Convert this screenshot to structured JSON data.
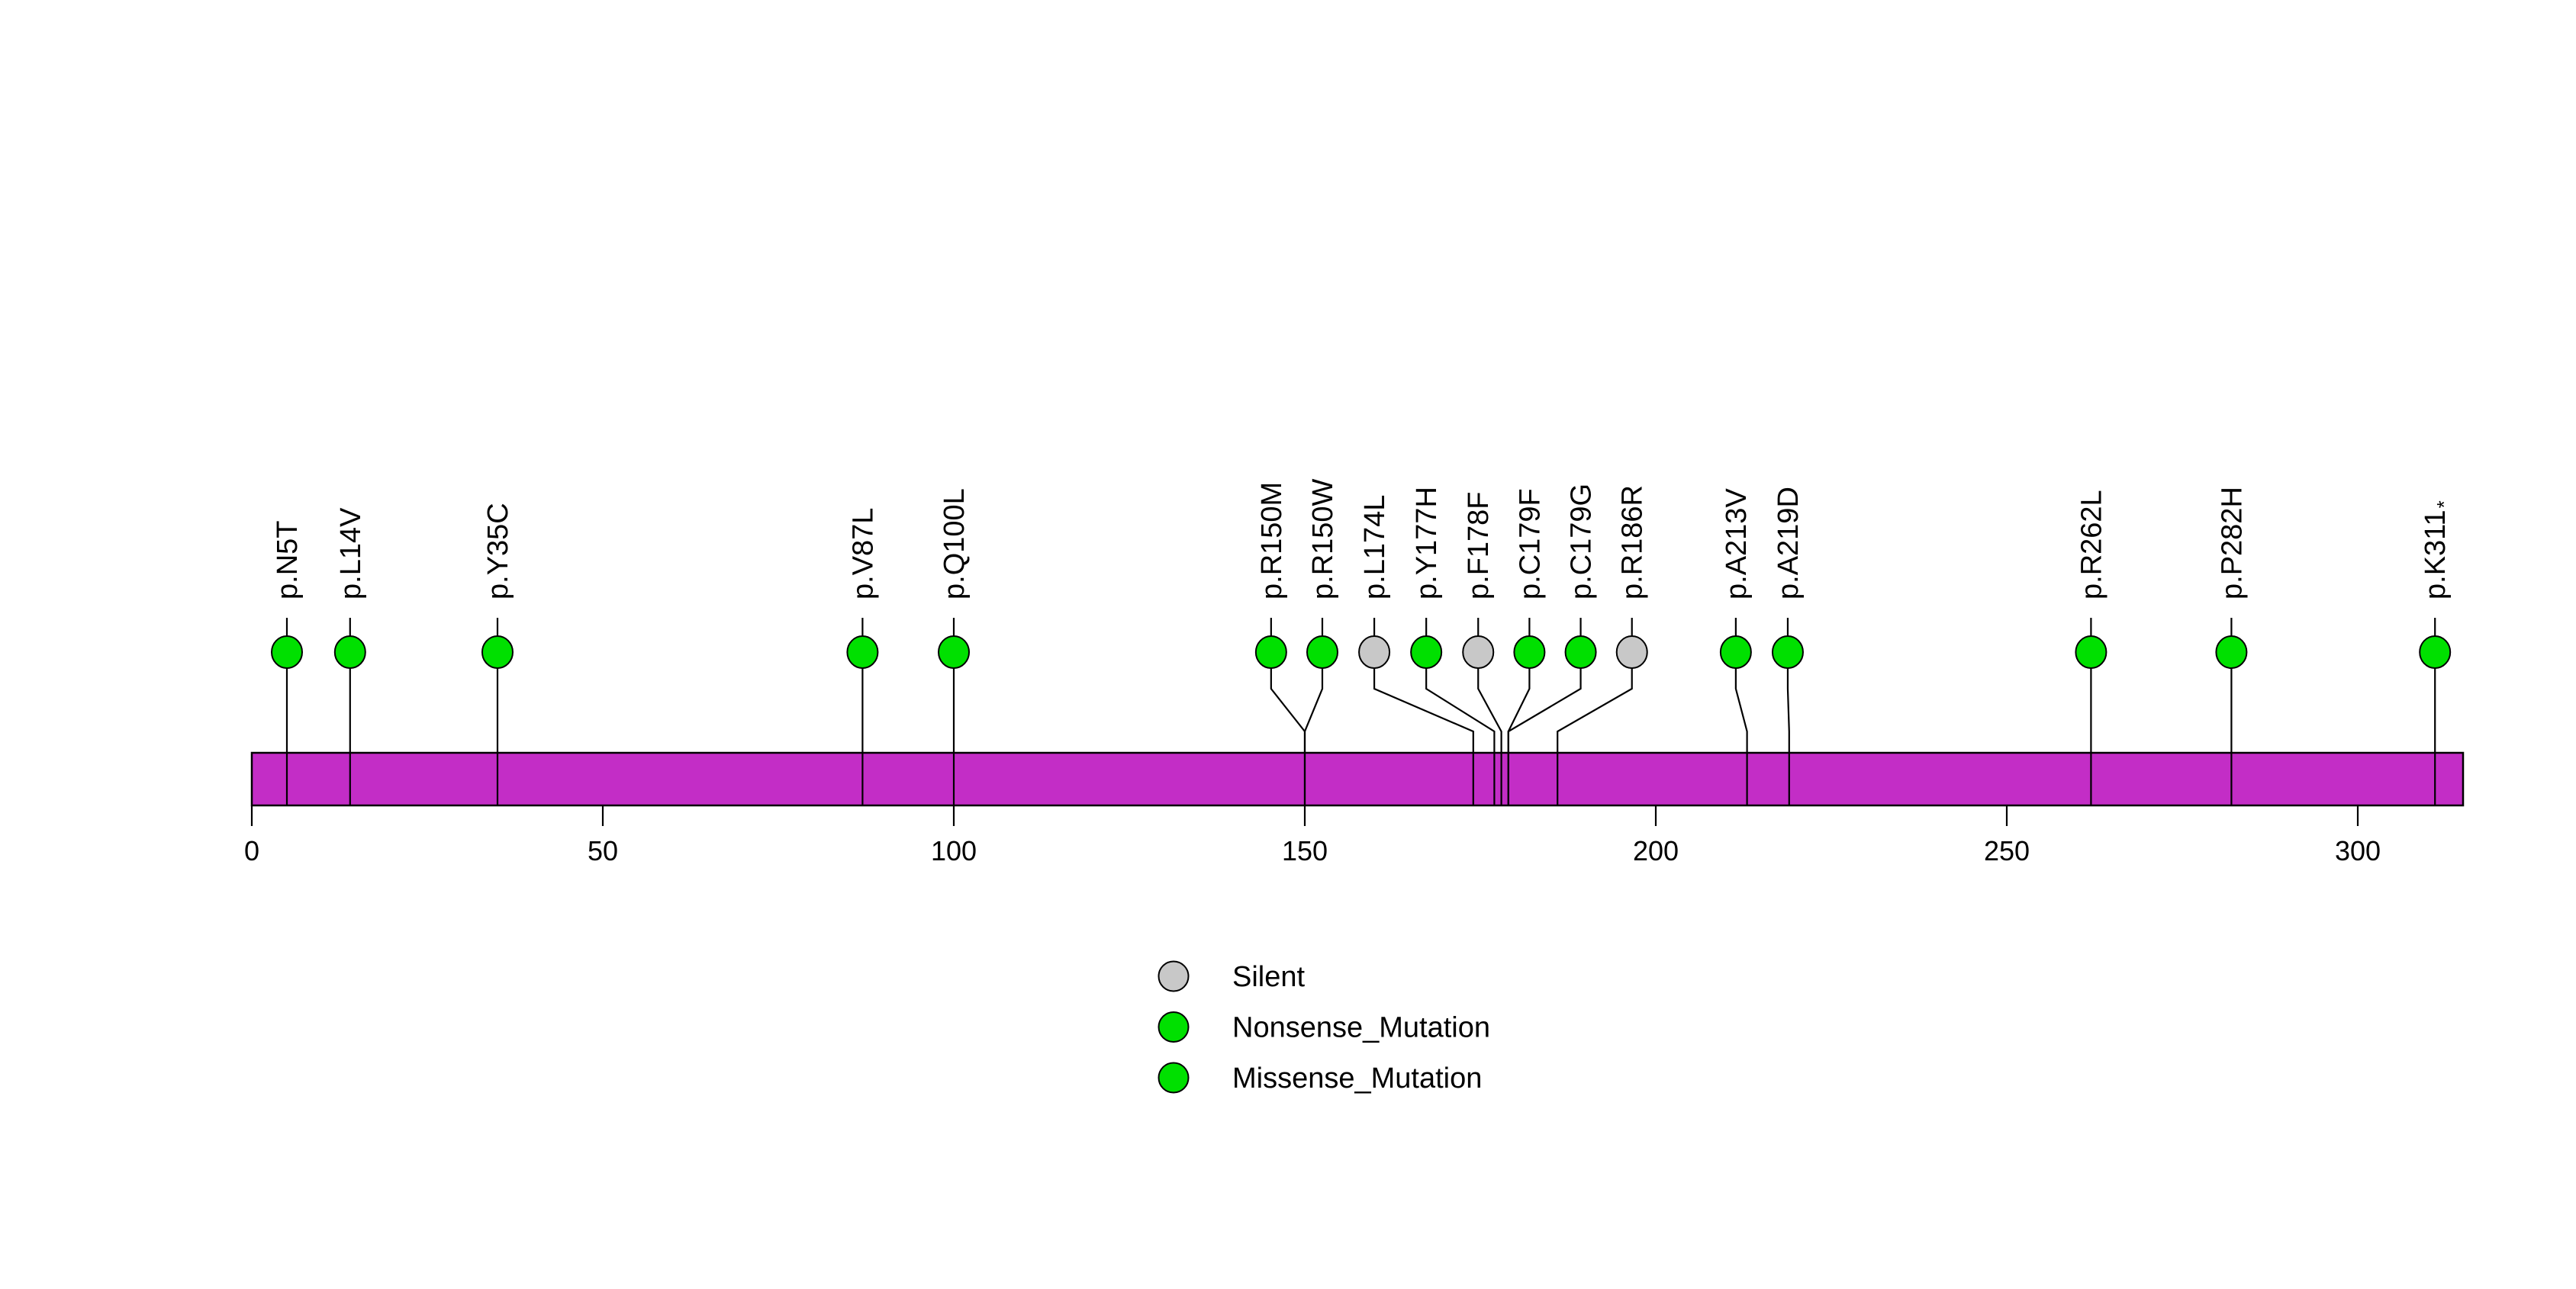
{
  "figure": {
    "background": "#FFFFFF"
  },
  "chart_data": {
    "type": "lollipop",
    "title": "",
    "xlabel": "",
    "ylabel": "",
    "axis": {
      "xlim": [
        0,
        315
      ],
      "ticks": [
        0,
        50,
        100,
        150,
        200,
        250,
        300
      ],
      "tick_labels": [
        "0",
        "50",
        "100",
        "150",
        "200",
        "250",
        "300"
      ],
      "grid": false
    },
    "protein_track": {
      "start_aa": 0,
      "end_aa": 315,
      "bar_color": "#C32DC6",
      "bar_border_color": "#000000"
    },
    "mutation_types": [
      {
        "name": "Silent",
        "color": "#C8C8C8"
      },
      {
        "name": "Nonsense_Mutation",
        "color": "#00E000"
      },
      {
        "name": "Missense_Mutation",
        "color": "#00E000"
      }
    ],
    "mutations": [
      {
        "label": "p.N5T",
        "position": 5,
        "display_position": 5,
        "type": "Missense_Mutation"
      },
      {
        "label": "p.L14V",
        "position": 14,
        "display_position": 14,
        "type": "Missense_Mutation"
      },
      {
        "label": "p.Y35C",
        "position": 35,
        "display_position": 35,
        "type": "Missense_Mutation"
      },
      {
        "label": "p.V87L",
        "position": 87,
        "display_position": 87,
        "type": "Missense_Mutation"
      },
      {
        "label": "p.Q100L",
        "position": 100,
        "display_position": 100,
        "type": "Missense_Mutation"
      },
      {
        "label": "p.R150M",
        "position": 150,
        "display_position": 145.2,
        "type": "Missense_Mutation"
      },
      {
        "label": "p.R150W",
        "position": 150,
        "display_position": 152.5,
        "type": "Missense_Mutation"
      },
      {
        "label": "p.L174L",
        "position": 174,
        "display_position": 159.9,
        "type": "Silent"
      },
      {
        "label": "p.Y177H",
        "position": 177,
        "display_position": 167.3,
        "type": "Missense_Mutation"
      },
      {
        "label": "p.F178F",
        "position": 178,
        "display_position": 174.7,
        "type": "Silent"
      },
      {
        "label": "p.C179F",
        "position": 179,
        "display_position": 182.0,
        "type": "Missense_Mutation"
      },
      {
        "label": "p.C179G",
        "position": 179,
        "display_position": 189.3,
        "type": "Missense_Mutation"
      },
      {
        "label": "p.R186R",
        "position": 186,
        "display_position": 196.6,
        "type": "Silent"
      },
      {
        "label": "p.A213V",
        "position": 213,
        "display_position": 211.4,
        "type": "Missense_Mutation"
      },
      {
        "label": "p.A219D",
        "position": 219,
        "display_position": 218.8,
        "type": "Missense_Mutation"
      },
      {
        "label": "p.R262L",
        "position": 262,
        "display_position": 262,
        "type": "Missense_Mutation"
      },
      {
        "label": "p.P282H",
        "position": 282,
        "display_position": 282,
        "type": "Missense_Mutation"
      },
      {
        "label": "p.K311*",
        "position": 311,
        "display_position": 311,
        "type": "Nonsense_Mutation"
      }
    ],
    "legend": {
      "position": "bottom-center",
      "items": [
        {
          "label": "Silent",
          "color": "#C8C8C8"
        },
        {
          "label": "Nonsense_Mutation",
          "color": "#00E000"
        },
        {
          "label": "Missense_Mutation",
          "color": "#00E000"
        }
      ]
    }
  }
}
